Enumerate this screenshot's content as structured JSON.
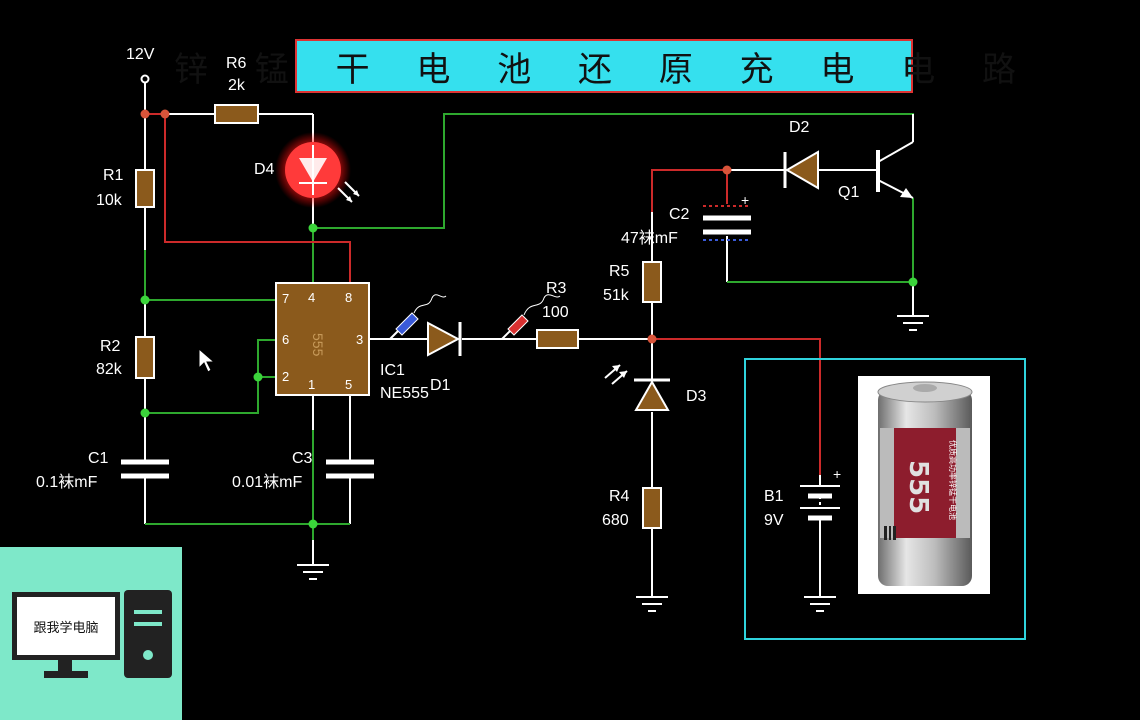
{
  "title": "锌 锰 干 电 池 还 原 充 电 电 路",
  "supply_label": "12V",
  "components": {
    "R6": {
      "name": "R6",
      "value": "2k"
    },
    "R1": {
      "name": "R1",
      "value": "10k"
    },
    "R2": {
      "name": "R2",
      "value": "82k"
    },
    "C1": {
      "name": "C1",
      "value": "0.1袜mF"
    },
    "C3": {
      "name": "C3",
      "value": "0.01袜mF"
    },
    "D4": {
      "name": "D4"
    },
    "D1": {
      "name": "D1"
    },
    "D2": {
      "name": "D2"
    },
    "D3": {
      "name": "D3"
    },
    "Q1": {
      "name": "Q1"
    },
    "C2": {
      "name": "C2",
      "value": "47袜mF"
    },
    "R5": {
      "name": "R5",
      "value": "51k"
    },
    "R3": {
      "name": "R3",
      "value": "100"
    },
    "R4": {
      "name": "R4",
      "value": "680"
    },
    "IC1": {
      "name": "IC1",
      "value": "NE555",
      "chip_text": "555"
    },
    "B1": {
      "name": "B1",
      "value": "9V"
    }
  },
  "ic_pins": {
    "p7": "7",
    "p4": "4",
    "p8": "8",
    "p6": "6",
    "p3": "3",
    "p2": "2",
    "p1": "1",
    "p5": "5"
  },
  "polarity_plus": "+",
  "battery_photo_text": {
    "brand": "555",
    "line": "优质高功率锌锰干电池"
  },
  "logo": {
    "monitor_text": "跟我学电脑"
  },
  "colors": {
    "wire": "#ffffff",
    "active_wire": "#2ea82e",
    "power_wire": "#cc2a2a",
    "component": "#8b5a1c",
    "title_bg": "#35e0ee",
    "led": "#ff3030"
  }
}
